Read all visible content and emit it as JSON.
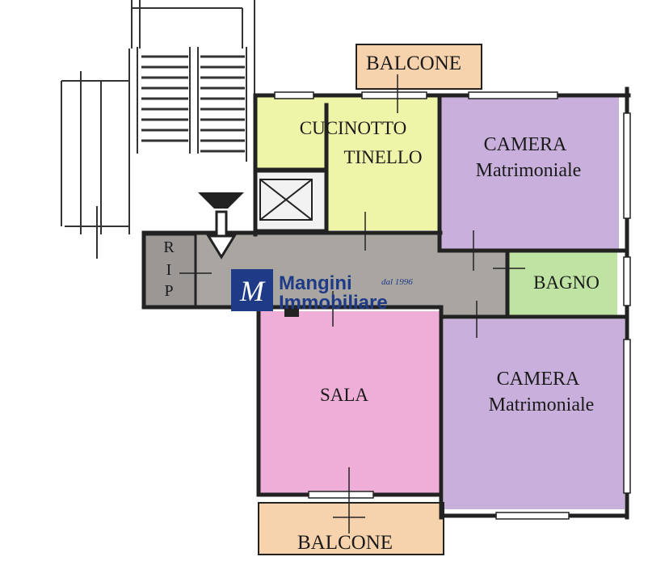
{
  "rooms": {
    "balcone_top": "BALCONE",
    "cucinotto": "CUCINOTTO",
    "tinello": "TINELLO",
    "camera1_line1": "CAMERA",
    "camera1_line2": "Matrimoniale",
    "rip_r": "R",
    "rip_i": "I",
    "rip_p": "P",
    "bagno": "BAGNO",
    "sala": "SALA",
    "camera2_line1": "CAMERA",
    "camera2_line2": "Matrimoniale",
    "balcone_bottom": "BALCONE"
  },
  "logo": {
    "mark": "M",
    "line1": "Mangini",
    "line2": "Immobiliare",
    "established": "dal 1996"
  },
  "colors": {
    "cucinotto": "#eef5a8",
    "camera": "#c9b0dc",
    "bagno": "#bfe3a3",
    "sala": "#eeaed8",
    "corridor": "#a9a6a2",
    "balcone": "#f6d2ad",
    "logo_blue": "#1f3b87"
  }
}
